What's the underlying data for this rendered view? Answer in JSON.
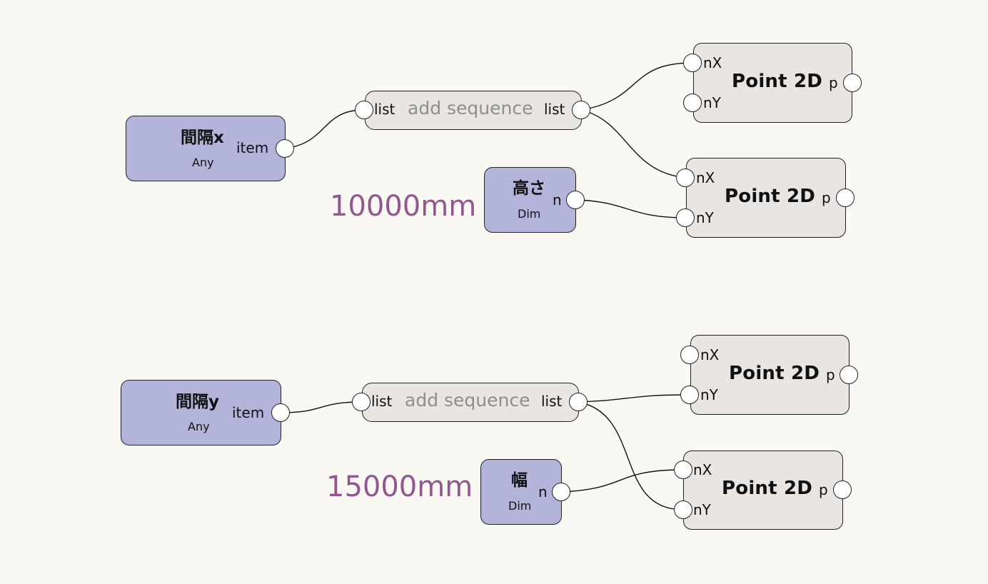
{
  "canvas": {
    "background": "#f9f8f2"
  },
  "colors": {
    "input_node": "#b3b4da",
    "function_node": "#e8e5e2",
    "dim_label": "#93578f",
    "seq_title": "#8f8f8f"
  },
  "nodes": {
    "spacing_x": {
      "title": "間隔x",
      "type": "Any",
      "output": "item"
    },
    "spacing_y": {
      "title": "間隔y",
      "type": "Any",
      "output": "item"
    },
    "height": {
      "title": "高さ",
      "type": "Dim",
      "output": "n",
      "value": "10000mm"
    },
    "width": {
      "title": "幅",
      "type": "Dim",
      "output": "n",
      "value": "15000mm"
    },
    "seq_top": {
      "title": "add sequence",
      "input": "list",
      "output": "list"
    },
    "seq_bottom": {
      "title": "add sequence",
      "input": "list",
      "output": "list"
    },
    "p2d_1": {
      "title": "Point 2D",
      "in1": "nX",
      "in2": "nY",
      "output": "p"
    },
    "p2d_2": {
      "title": "Point 2D",
      "in1": "nX",
      "in2": "nY",
      "output": "p"
    },
    "p2d_3": {
      "title": "Point 2D",
      "in1": "nX",
      "in2": "nY",
      "output": "p"
    },
    "p2d_4": {
      "title": "Point 2D",
      "in1": "nX",
      "in2": "nY",
      "output": "p"
    }
  },
  "connections": [
    {
      "from": "spacing_x.item",
      "to": "seq_top.list"
    },
    {
      "from": "seq_top.list",
      "to": "p2d_1.nX"
    },
    {
      "from": "seq_top.list",
      "to": "p2d_2.nX"
    },
    {
      "from": "height.n",
      "to": "p2d_2.nY"
    },
    {
      "from": "spacing_y.item",
      "to": "seq_bottom.list"
    },
    {
      "from": "seq_bottom.list",
      "to": "p2d_3.nY"
    },
    {
      "from": "seq_bottom.list",
      "to": "p2d_4.nY"
    },
    {
      "from": "width.n",
      "to": "p2d_4.nX"
    }
  ]
}
